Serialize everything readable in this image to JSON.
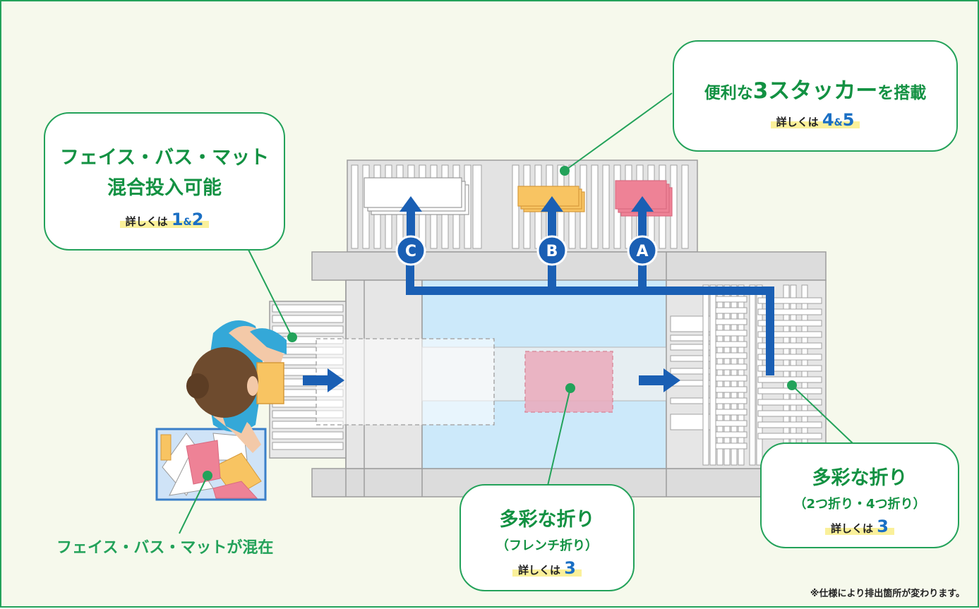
{
  "callouts": {
    "mixed_input": {
      "title_line1": "フェイス・バス・マット",
      "title_line2": "混合投入可能",
      "details_prefix": "詳しくは",
      "ref_a": "1",
      "ref_amp": "&",
      "ref_b": "2"
    },
    "stacker": {
      "title_pre": "便利な",
      "title_big": "3スタッカー",
      "title_post": "を搭載",
      "details_prefix": "詳しくは",
      "ref_a": "4",
      "ref_amp": "&",
      "ref_b": "5"
    },
    "fold_french": {
      "title": "多彩な折り",
      "subtitle": "（フレンチ折り）",
      "details_prefix": "詳しくは",
      "ref": "3"
    },
    "fold_multi": {
      "title": "多彩な折り",
      "subtitle": "（2つ折り・4つ折り）",
      "details_prefix": "詳しくは",
      "ref": "3"
    }
  },
  "mixed_label": "フェイス・バス・マットが混在",
  "stacker_labels": [
    "C",
    "B",
    "A"
  ],
  "note": "※仕様により排出箇所が変わります。",
  "colors": {
    "green": "#23a25a",
    "blue": "#1a5fb4",
    "pink": "#ee8296",
    "orange": "#f8c462",
    "light_blue": "#cce9fa"
  }
}
